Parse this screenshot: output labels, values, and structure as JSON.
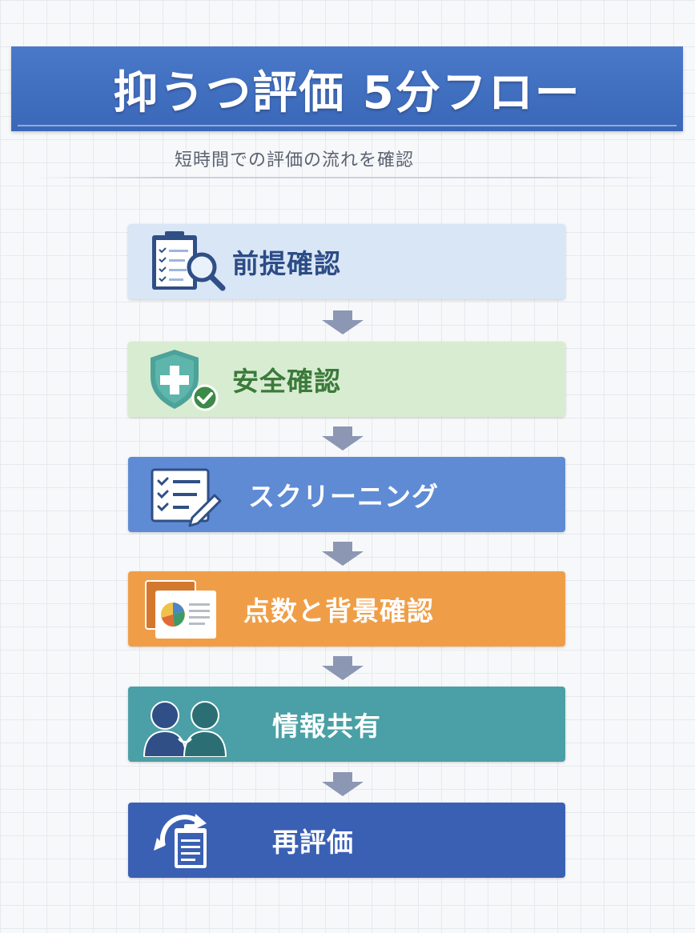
{
  "title": "抑うつ評価 5分フロー",
  "subtitle": "短時間での評価の流れを確認",
  "steps": [
    {
      "label": "前提確認",
      "icon": "clipboard-magnifier-icon",
      "bg": "#d9e6f5",
      "text_color": "#2c4c86"
    },
    {
      "label": "安全確認",
      "icon": "shield-check-icon",
      "bg": "#d8ecd1",
      "text_color": "#3b7a3b"
    },
    {
      "label": "スクリーニング",
      "icon": "checklist-pen-icon",
      "bg": "#5f8bd5",
      "text_color": "#ffffff"
    },
    {
      "label": "点数と背景確認",
      "icon": "pie-chart-report-icon",
      "bg": "#ef9e47",
      "text_color": "#ffffff"
    },
    {
      "label": "情報共有",
      "icon": "two-people-talking-icon",
      "bg": "#4aa0a6",
      "text_color": "#ffffff"
    },
    {
      "label": "再評価",
      "icon": "refresh-clipboard-icon",
      "bg": "#3a60b4",
      "text_color": "#ffffff"
    }
  ],
  "colors": {
    "banner": "#3f6ebf",
    "arrow": "#8b97b3"
  }
}
